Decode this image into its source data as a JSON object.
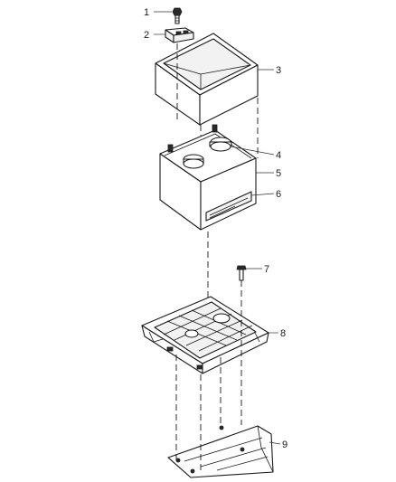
{
  "callouts": [
    {
      "id": "nut",
      "number": "1"
    },
    {
      "id": "hold-down-clamp",
      "number": "2"
    },
    {
      "id": "battery-cover",
      "number": "3"
    },
    {
      "id": "terminal-caps",
      "number": "4"
    },
    {
      "id": "battery-case",
      "number": "5"
    },
    {
      "id": "battery-label",
      "number": "6"
    },
    {
      "id": "tray-bolt",
      "number": "7"
    },
    {
      "id": "battery-tray",
      "number": "8"
    },
    {
      "id": "support-bracket",
      "number": "9"
    }
  ]
}
